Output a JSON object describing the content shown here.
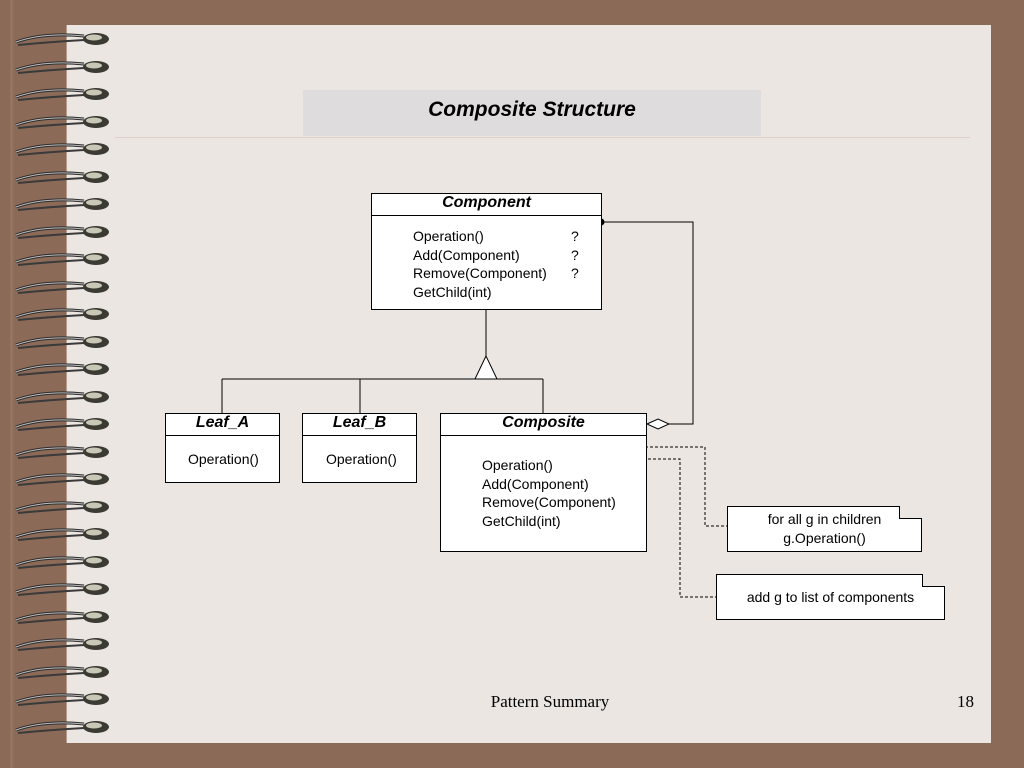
{
  "slide": {
    "title": "Composite Structure",
    "footer": "Pattern Summary",
    "page_number": "18"
  },
  "diagram": {
    "component": {
      "name": "Component",
      "operations": [
        "Operation()",
        "Add(Component)",
        "Remove(Component)",
        "GetChild(int)"
      ],
      "markers": [
        "",
        "?",
        "?",
        "?"
      ]
    },
    "leaf_a": {
      "name": "Leaf_A",
      "operation": "Operation()"
    },
    "leaf_b": {
      "name": "Leaf_B",
      "operation": "Operation()"
    },
    "composite": {
      "name": "Composite",
      "operations": [
        "Operation()",
        "Add(Component)",
        "Remove(Component)",
        "GetChild(int)"
      ]
    },
    "notes": {
      "operation_note": [
        "for all g in children",
        "g.Operation()"
      ],
      "add_note": "add g to list of components"
    }
  },
  "colors": {
    "background": "#8c6a58",
    "slide": "#ece6e2",
    "title_band": "#dedcdc"
  },
  "icons": {
    "binding": "spiral-binding-coil"
  }
}
